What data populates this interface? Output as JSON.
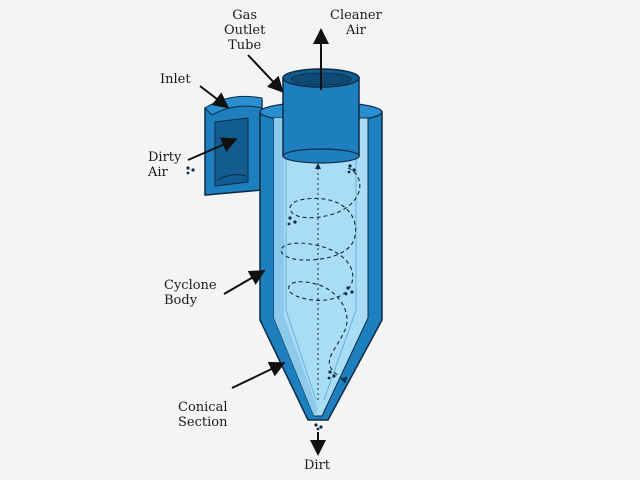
{
  "colors": {
    "background": "#f4f4f4",
    "body_outer": "#1e7fbf",
    "body_inner": "#a9dcf5",
    "body_dark": "#125c8f",
    "outline": "#0d2b45",
    "arrows": "#111111"
  },
  "labels": {
    "gas_outlet_tube": [
      "Gas",
      "Outlet",
      "Tube"
    ],
    "cleaner_air": [
      "Cleaner",
      "Air"
    ],
    "inlet": "Inlet",
    "dirty_air": [
      "Dirty",
      "Air"
    ],
    "cyclone_body": [
      "Cyclone",
      "Body"
    ],
    "conical_section": [
      "Conical",
      "Section"
    ],
    "dirt": "Dirt"
  }
}
